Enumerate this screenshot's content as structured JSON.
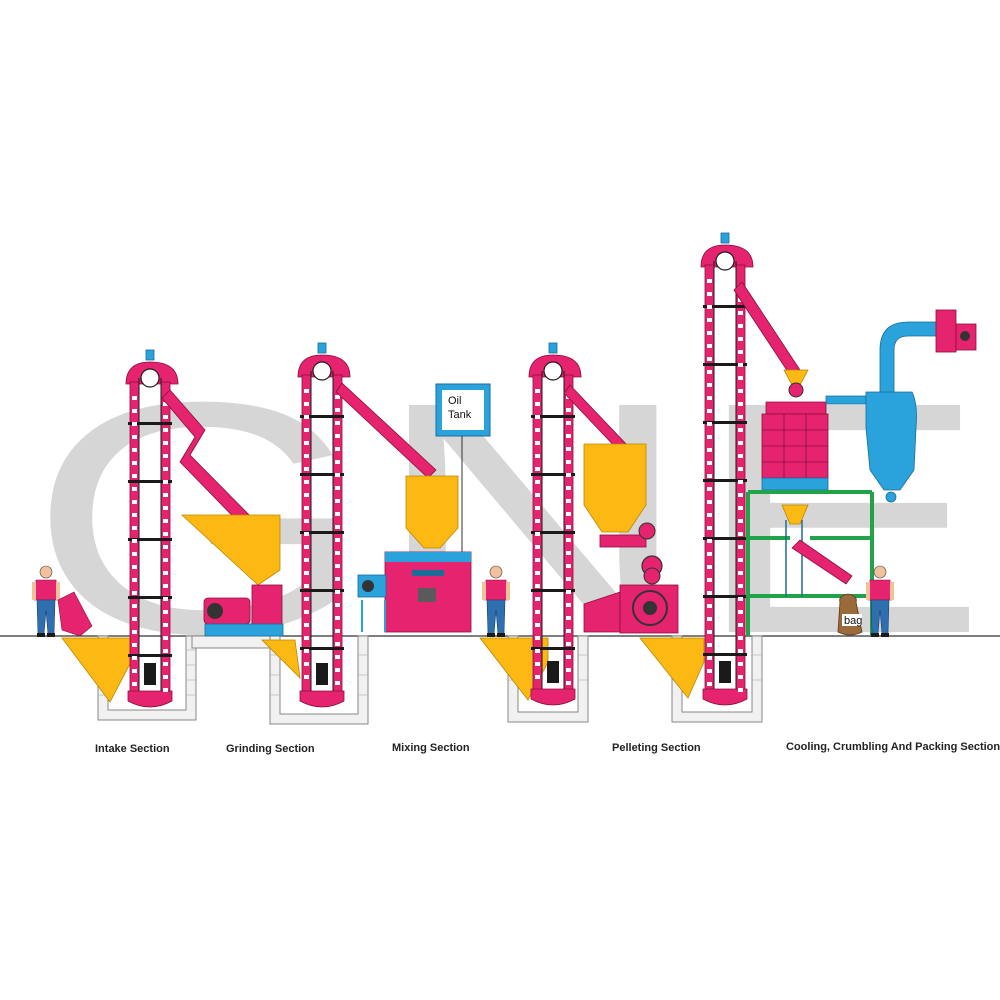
{
  "watermark": {
    "text": "GNE"
  },
  "labels": {
    "oil_tank": [
      "Oil",
      "Tank"
    ],
    "bag": "bag"
  },
  "sections": [
    {
      "label": "Intake Section"
    },
    {
      "label": "Grinding Section"
    },
    {
      "label": "Mixing Section"
    },
    {
      "label": "Pelleting Section"
    },
    {
      "label": "Cooling, Crumbling  And Packing Section"
    }
  ],
  "colors": {
    "elevator": "#e6236f",
    "hopper": "#fdb913",
    "pipe": "#2aa2dc",
    "frame": "#22a34a",
    "dark": "#1a1a1a",
    "bag": "#9b6a3a",
    "watermark": "#d6d6d6",
    "skin": "#f2c09a",
    "shirt": "#e6236f",
    "pants": "#2f6fb0"
  }
}
